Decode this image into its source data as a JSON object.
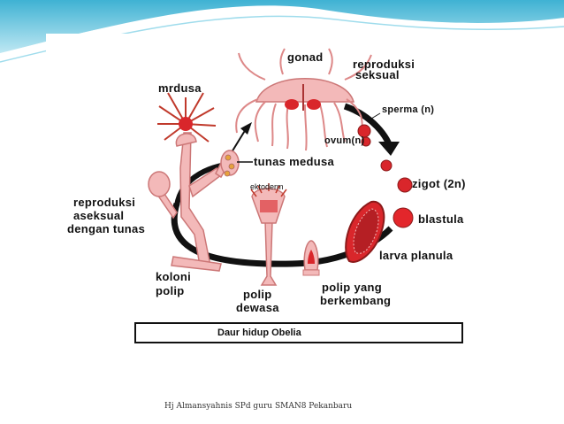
{
  "diagram": {
    "labels": {
      "gonad": "gonad",
      "reproduksi_seksual_1": "reproduksi",
      "reproduksi_seksual_2": "seksual",
      "sperma": "sperma (n)",
      "ovum": "ovum(n)",
      "medusa": "mrdusa",
      "tunas_medusa": "tunas medusa",
      "zigot": "zigot (2n)",
      "ektoderm": "ektoderm",
      "reproduksi_aseksual_1": "reproduksi",
      "reproduksi_aseksual_2": "aseksual",
      "reproduksi_aseksual_3": "dengan tunas",
      "blastula": "blastula",
      "larva_planula": "larva planula",
      "koloni_1": "koloni",
      "koloni_2": "polip",
      "polip_dewasa_1": "polip",
      "polip_dewasa_2": "dewasa",
      "polip_berkembang_1": "polip yang",
      "polip_berkembang_2": "berkembang"
    },
    "caption": "Daur hidup Obelia"
  },
  "footer": {
    "text": "Hj Almansyahnis SPd guru SMAN8 Pekanbaru"
  },
  "colors": {
    "banner": "#5bc3dc",
    "tissue": "#f3b9b9",
    "tissue_dark": "#c0392b",
    "cell_red": "#d9262b",
    "cycle": "#111111"
  }
}
